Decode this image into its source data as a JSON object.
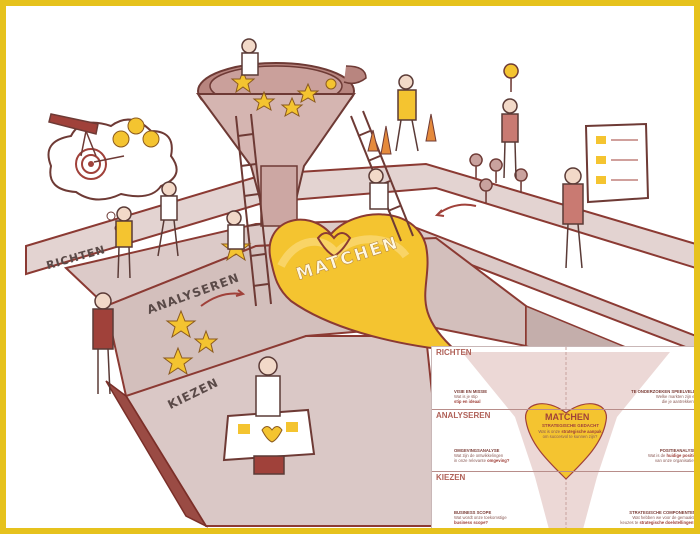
{
  "scene": {
    "labels": {
      "richten": "RICHTEN",
      "analyseren": "ANALYSEREN",
      "kiezen": "KIEZEN",
      "matchen": "MATCHEN"
    }
  },
  "inset": {
    "richten": {
      "title": "RICHTEN",
      "left_caption": "VISIE EN MISSIE",
      "left_text": "Wat is je stip",
      "left_emph": "stip en ideaal",
      "right_caption": "TE ONDERZOEKEN SPEELVELD",
      "right_text": "Welke markten zijn er",
      "right_text2": "die je aantrekken?"
    },
    "analyseren": {
      "title": "ANALYSEREN",
      "left_caption": "OMGEVINGSANALYSE",
      "left_text": "Wat zijn de ontwikkelingen",
      "left_text2": "in onze relevante",
      "left_emph": "omgeving?",
      "right_caption": "POSITIEANALYSE",
      "right_text": "Wat is de",
      "right_emph": "huidige positie",
      "right_text2": "van onze organisatie?",
      "center_title": "MATCHEN",
      "center_sub": "STRATEGISCHE GEDACHT",
      "center_text": "Wat is onze",
      "center_emph": "strategische aanpak",
      "center_text2": "om succesvol te kunnen zijn?"
    },
    "kiezen": {
      "title": "KIEZEN",
      "left_caption": "BUSINESS SCOPE",
      "left_text": "Wat wordt onze toekomstige",
      "left_emph": "business scope?",
      "right_caption": "STRATEGISCHE COMPONENTEN",
      "right_text": "Wat hebben we voor de gemaakte",
      "right_text2": "keuzes te",
      "right_emph": "strategische doelstellingen?"
    }
  },
  "colors": {
    "frame": "#e6c21d",
    "track": "#d9c7c5",
    "track_edge": "#8b3a33",
    "funnel": "#c9a29e",
    "heart": "#f4c430",
    "accent_red": "#a0413a"
  }
}
